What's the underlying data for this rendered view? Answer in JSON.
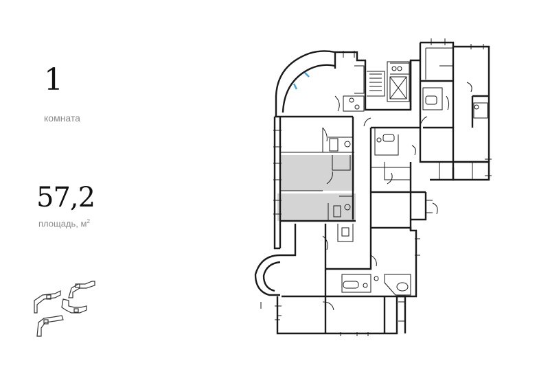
{
  "apartment": {
    "rooms_count": "1",
    "rooms_label": "комната",
    "area_value": "57,2",
    "area_label": "площадь, м",
    "area_unit_sup": "2"
  },
  "colors": {
    "wall": "#1a1a1a",
    "highlight": "#d6d6d6",
    "window_accent": "#4aa3d9"
  },
  "icons": {
    "site_plan": "building-complex-mini-map",
    "floor_plan": "floor-plan-drawing"
  }
}
